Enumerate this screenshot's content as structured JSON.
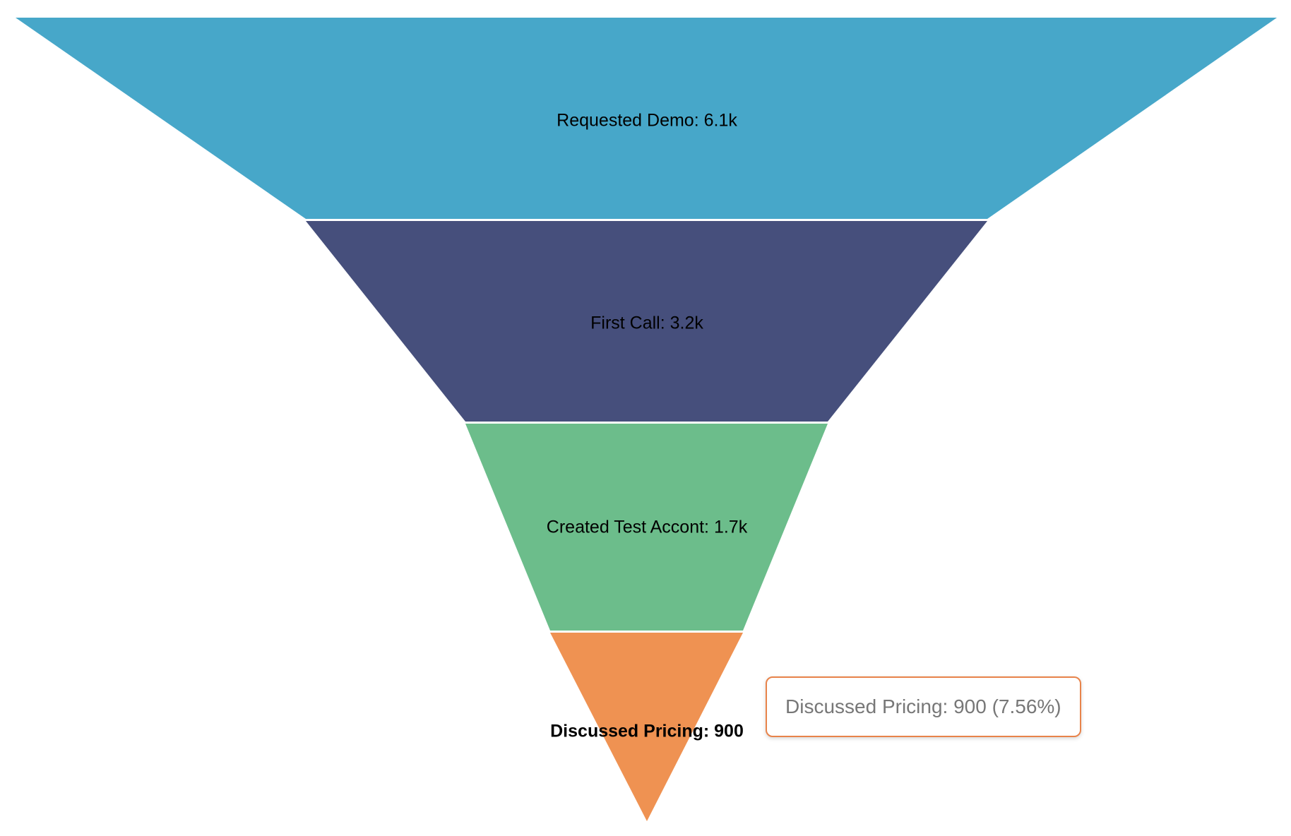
{
  "chart_data": {
    "type": "funnel",
    "title": "",
    "xlabel": "",
    "ylabel": "",
    "orientation": "vertical-inverted",
    "grid": false,
    "legend": "none",
    "categories": [
      "Requested Demo",
      "First Call",
      "Created Test Accont",
      "Discussed Pricing"
    ],
    "values": [
      6100,
      3200,
      1700,
      900
    ],
    "value_labels": [
      "6.1k",
      "3.2k",
      "1.7k",
      "900"
    ],
    "stages": [
      {
        "name": "Requested Demo",
        "value": 6100,
        "value_label": "6.1k",
        "label": "Requested Demo: 6.1k",
        "color": "#47A7C9",
        "highlighted": false
      },
      {
        "name": "First Call",
        "value": 3200,
        "value_label": "3.2k",
        "label": "First Call: 3.2k",
        "color": "#464F7C",
        "highlighted": false
      },
      {
        "name": "Created Test Accont",
        "value": 1700,
        "value_label": "1.7k",
        "label": "Created Test Accont: 1.7k",
        "color": "#6CBD8B",
        "highlighted": false
      },
      {
        "name": "Discussed Pricing",
        "value": 900,
        "value_label": "900",
        "label": "Discussed Pricing: 900",
        "color": "#EF9252",
        "highlighted": true
      }
    ],
    "colors": [
      "#47A7C9",
      "#464F7C",
      "#6CBD8B",
      "#EF9252"
    ],
    "background_color": "#FFFFFF",
    "label_color": "#000000"
  },
  "tooltip": {
    "visible": true,
    "text": "Discussed Pricing: 900 (7.56%)",
    "stage": "Discussed Pricing",
    "value": 900,
    "percent": "7.56%",
    "border_color": "#E8834A",
    "background_color": "#FFFFFF",
    "text_color": "#777777"
  }
}
